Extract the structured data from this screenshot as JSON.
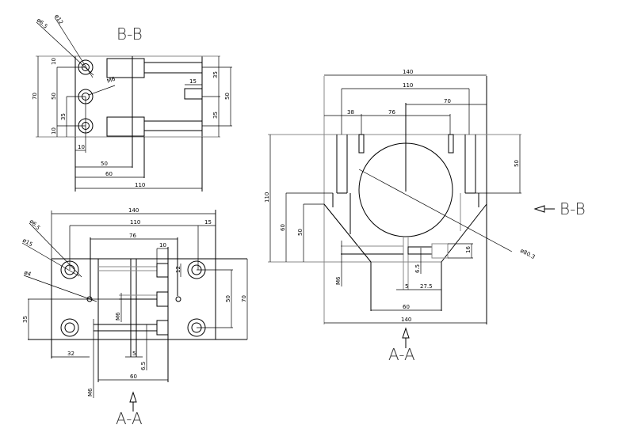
{
  "views": {
    "bb": {
      "title": "B-B",
      "dims": [
        "70",
        "10",
        "50",
        "10",
        "35",
        "10",
        "50",
        "60",
        "110",
        "35",
        "35",
        "50",
        "15",
        "ø6.5",
        "ø12",
        "M6"
      ]
    },
    "aa_top": {
      "title": "A-A",
      "dims": [
        "140",
        "110",
        "15",
        "76",
        "10",
        "12",
        "50",
        "70",
        "35",
        "32",
        "5",
        "6.5",
        "60",
        "M6",
        "M6",
        "ø6.5",
        "ø15",
        "ø4"
      ]
    },
    "aa_side": {
      "title": "A-A",
      "dims": [
        "140",
        "110",
        "70",
        "38",
        "76",
        "50",
        "110",
        "60",
        "50",
        "M6",
        "6.5",
        "5",
        "27.5",
        "16",
        "60",
        "140",
        "ø80.3"
      ]
    },
    "section_marker": "B-B"
  }
}
